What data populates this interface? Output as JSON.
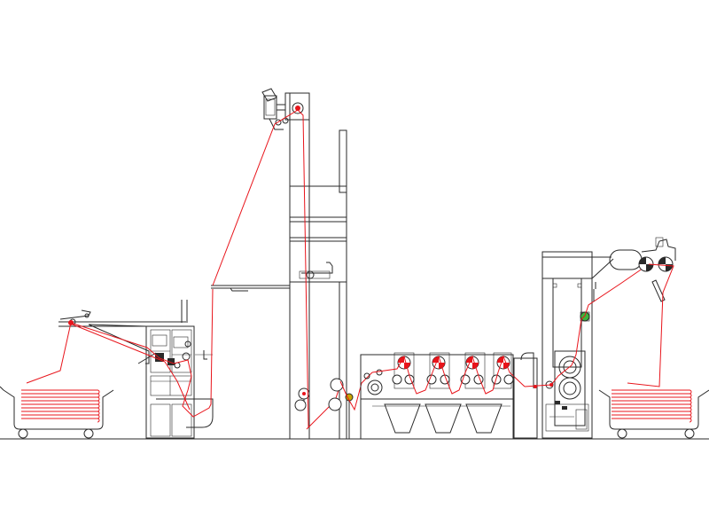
{
  "colors": {
    "background": "#ffffff",
    "machine_line": "#2a2a2a",
    "web_path": "#e8141b",
    "tension_roller": "#c8a400",
    "sensor": "#3cb43c"
  },
  "components": [
    "unwind-trolley-left",
    "unwind-trolley-right",
    "feed-table",
    "guide-frame-unit",
    "elevated-tower",
    "pre-treatment-rollers",
    "bath-tanks",
    "drying-stack",
    "exit-accumulator"
  ]
}
